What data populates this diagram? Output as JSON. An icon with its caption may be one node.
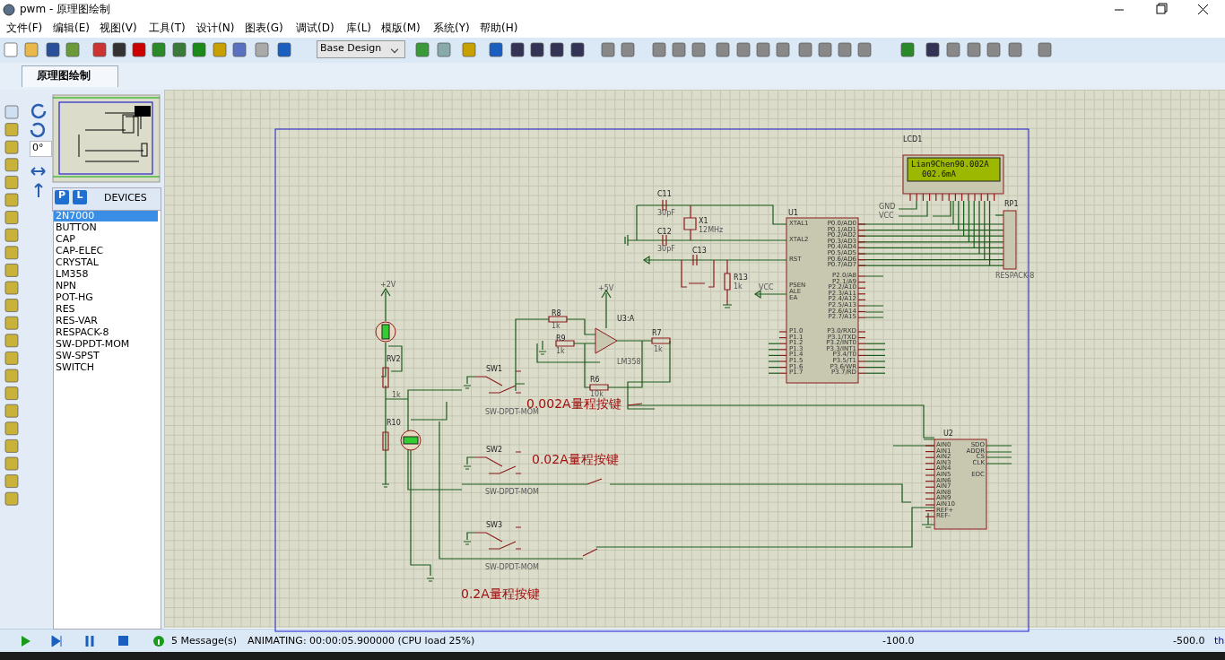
{
  "diagram": {
    "title": "pwm - 原理图绘制",
    "labels": [
      "文件(F)",
      "编辑(E)",
      "视图(V)",
      "工具(T)",
      "设计(N)",
      "图表(G)",
      "调试(D)",
      "库(L)",
      "模版(M)",
      "系统(Y)",
      "帮助(H)",
      "Base Design",
      "原理图绘制",
      "0°",
      "P",
      "L",
      "DEVICES",
      "2N7000",
      "BUTTON",
      "CAP",
      "CAP-ELEC",
      "CRYSTAL",
      "LM358",
      "NPN",
      "POT-HG",
      "RES",
      "RES-VAR",
      "RESPACK-8",
      "SW-DPDT-MOM",
      "SW-SPST",
      "SWITCH",
      "5 Message(s)",
      "ANIMATING: 00:00:05.900000 (CPU load 25%)",
      "-100.0",
      "-500.0",
      "th",
      "LCD1",
      "Lian9Chen90.002A",
      "002.6mA",
      "GND",
      "VCC",
      "RP1",
      "RESPACK-8",
      "C11",
      "30pF",
      "C12",
      "30pF",
      "X1",
      "12MHz",
      "C13",
      "R13",
      "1k",
      "U1",
      "VCC",
      "XTAL1",
      "XTAL2",
      "RST",
      "PSEN",
      "ALE",
      "EA",
      "P1.0",
      "P1.1",
      "P1.2",
      "P1.3",
      "P1.4",
      "P1.5",
      "P1.6",
      "P1.7",
      "P0.0/AD0",
      "P0.1/AD1",
      "P0.2/AD2",
      "P0.3/AD3",
      "P0.4/AD4",
      "P0.5/AD5",
      "P0.6/AD6",
      "P0.7/AD7",
      "P2.0/A8",
      "P2.1/A9",
      "P2.2/A10",
      "P2.3/A11",
      "P2.4/A12",
      "P2.5/A13",
      "P2.6/A14",
      "P2.7/A15",
      "P3.0/RXD",
      "P3.1/TXD",
      "P3.2/INT0",
      "P3.3/INT1",
      "P3.4/T0",
      "P3.5/T1",
      "P3.6/WR",
      "P3.7/RD",
      "+2V",
      "RV2",
      "1k",
      "R10",
      "+5V",
      "R8",
      "1k",
      "R9",
      "1k",
      "U3:A",
      "LM358",
      "R7",
      "1k",
      "R6",
      "10k",
      "SW1",
      "SW-DPDT-MOM",
      "0.002A量程按键",
      "SW2",
      "SW-DPDT-MOM",
      "0.02A量程按键",
      "SW3",
      "SW-DPDT-MOM",
      "0.2A量程按键",
      "U2",
      "AIN0",
      "AIN1",
      "AIN2",
      "AIN3",
      "AIN4",
      "AIN5",
      "AIN6",
      "AIN7",
      "AIN8",
      "AIN9",
      "AIN10",
      "REF+",
      "REF-",
      "SDO",
      "ADDR",
      "CS",
      "CLK",
      "EOC"
    ]
  }
}
